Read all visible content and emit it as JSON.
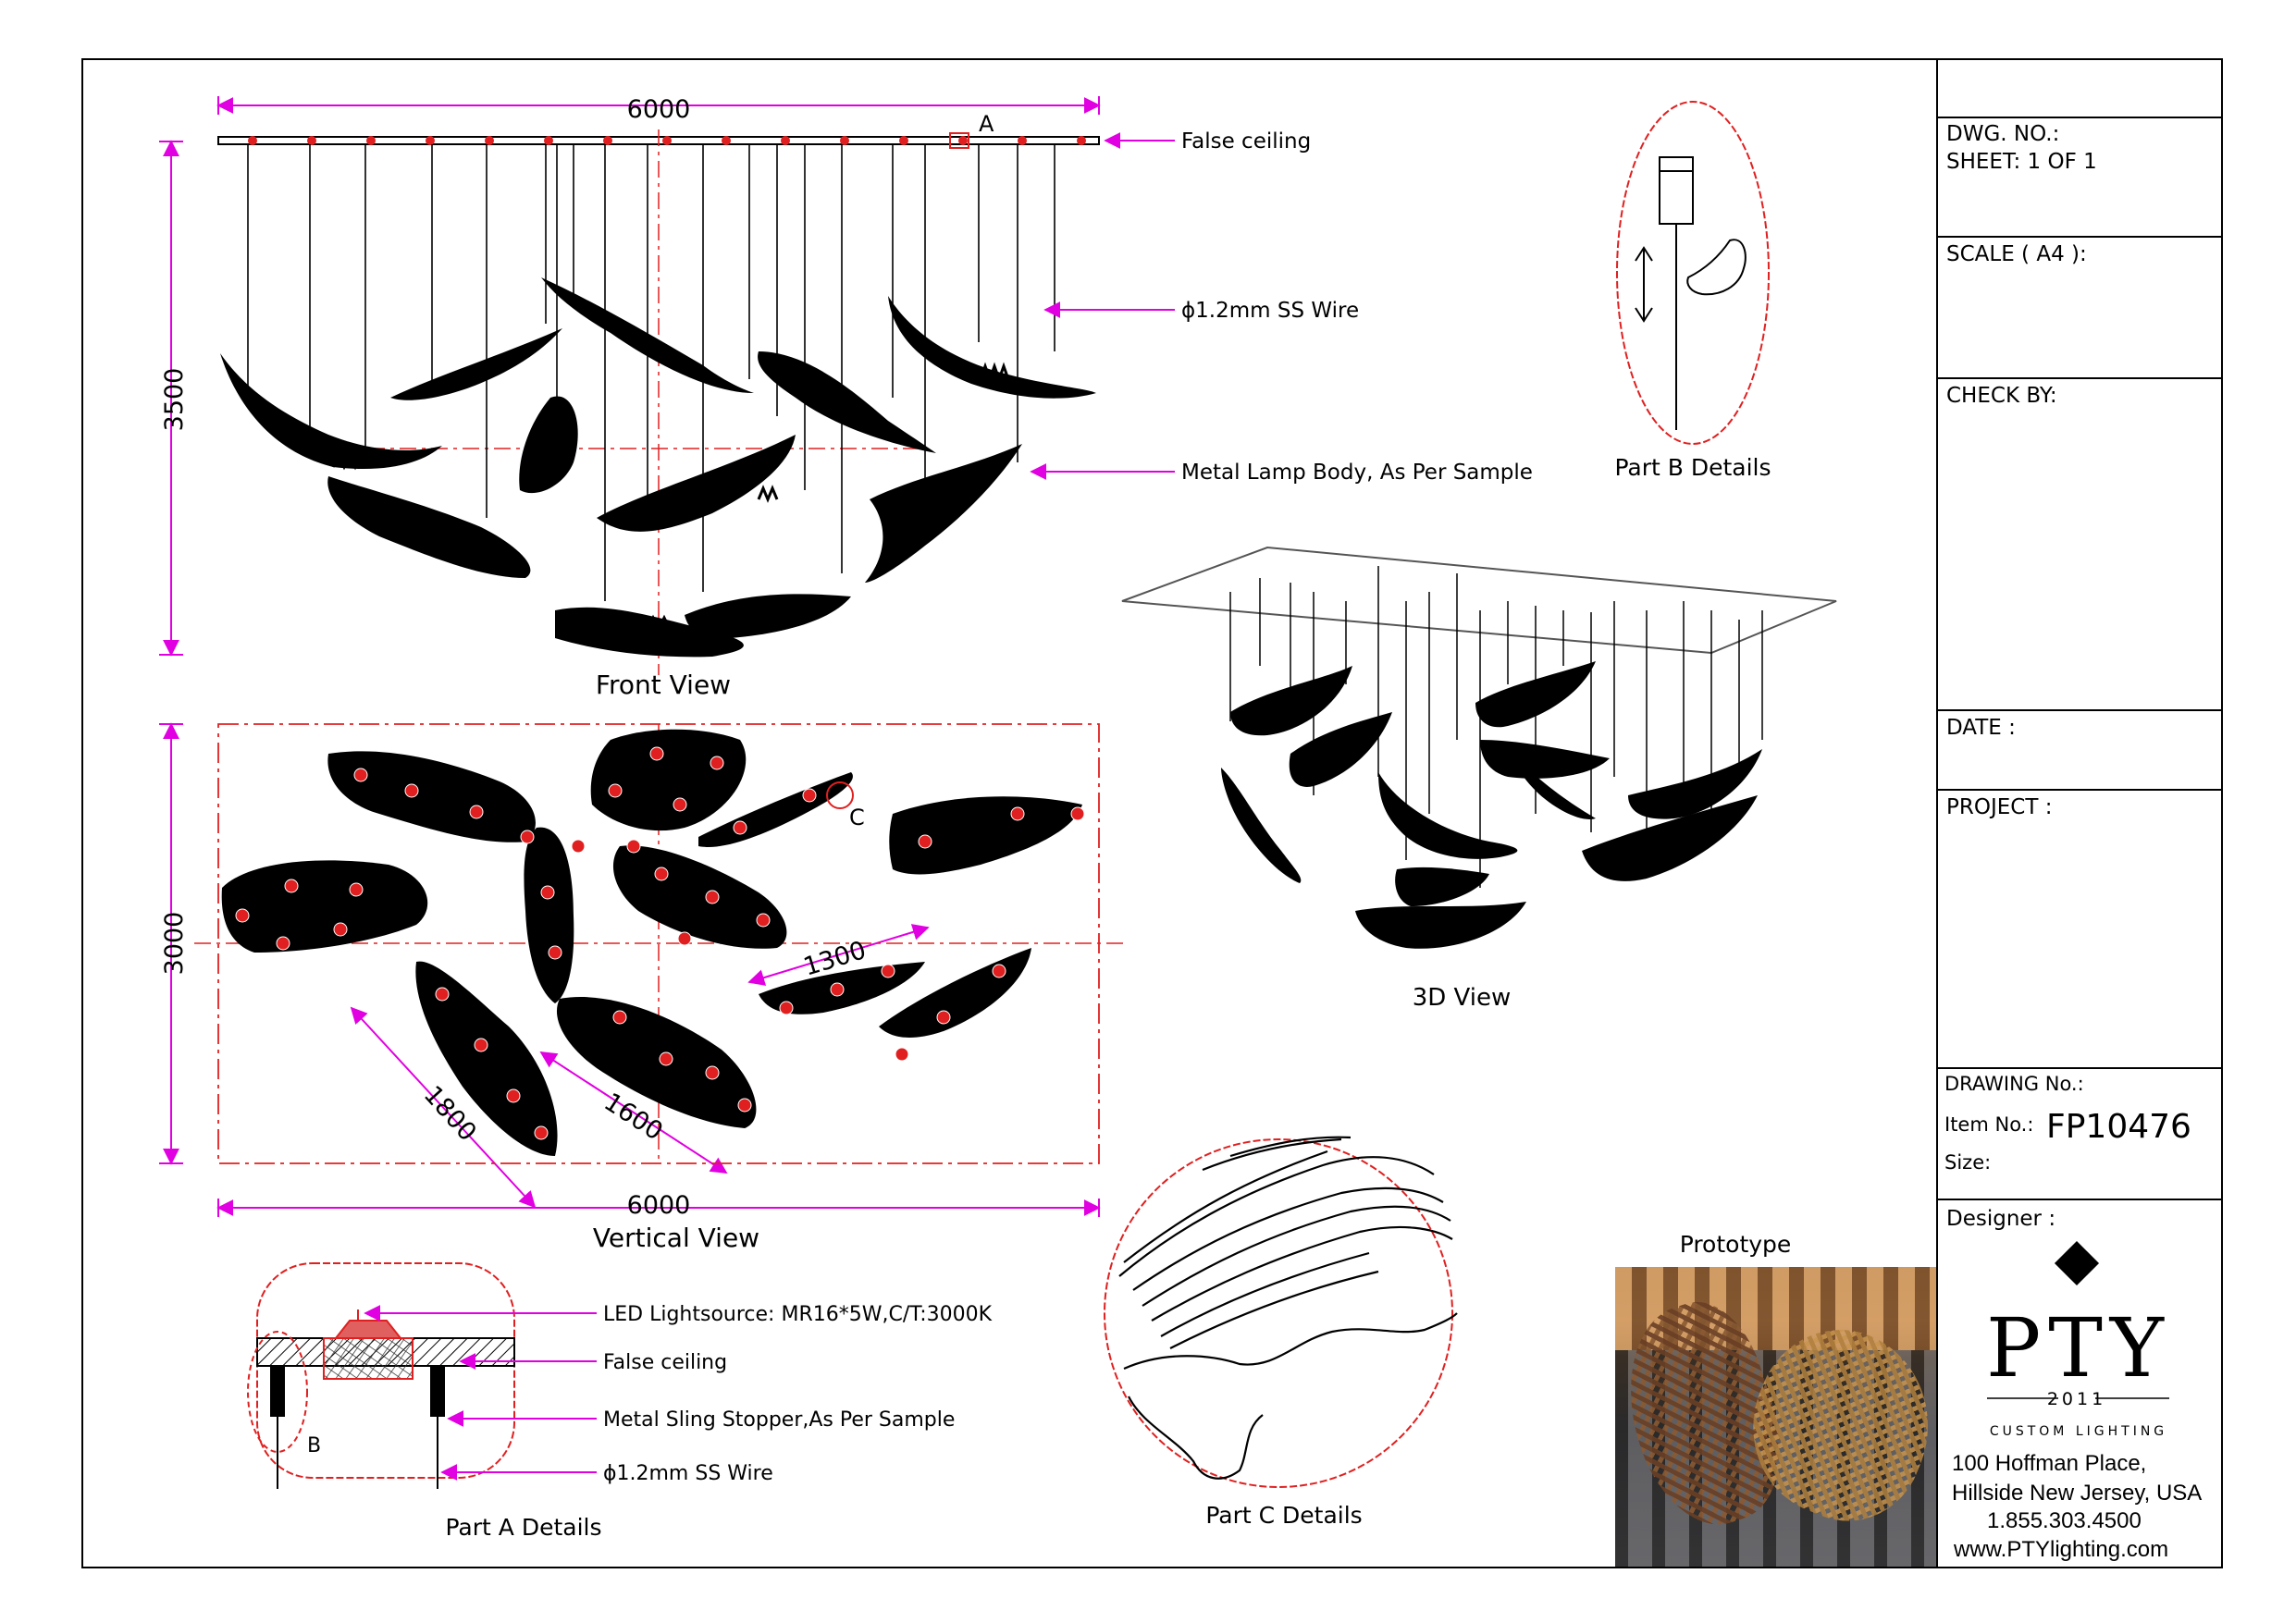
{
  "dimensions": {
    "front_width": "6000",
    "front_height": "3500",
    "vertical_width": "6000",
    "vertical_height": "3000",
    "d1300": "1300",
    "d1800": "1800",
    "d1600": "1600"
  },
  "markers": {
    "a": "A",
    "b": "B",
    "c": "C"
  },
  "callouts": {
    "false_ceiling": "False ceiling",
    "ss_wire": "ϕ1.2mm SS Wire",
    "metal_body": "Metal Lamp Body, As Per Sample"
  },
  "part_a": {
    "led": "LED Lightsource: MR16*5W,C/T:3000K",
    "ceiling": "False ceiling",
    "stopper": "Metal Sling Stopper,As Per Sample",
    "wire": "ϕ1.2mm SS Wire"
  },
  "view_titles": {
    "front": "Front View",
    "vertical": "Vertical View",
    "three_d": "3D View",
    "part_a": "Part A Details",
    "part_b": "Part B Details",
    "part_c": "Part C Details",
    "prototype": "Prototype"
  },
  "title_block": {
    "dwg_no": "DWG. NO.:",
    "sheet": "SHEET: 1 OF 1",
    "scale": "SCALE ( A4 ):",
    "check_by": "CHECK BY:",
    "date": "DATE :",
    "project": "PROJECT :",
    "drawing_no": "DRAWING No.:",
    "item_no": "Item No.:",
    "item_value": "FP10476",
    "size": "Size:",
    "designer": "Designer :"
  },
  "company": {
    "brand": "PTY",
    "year": "2011",
    "tagline": "CUSTOM LIGHTING",
    "address1": "100 Hoffman Place,",
    "address2": "Hillside New Jersey, USA",
    "phone": "1.855.303.4500",
    "website": "www.PTYlighting.com"
  },
  "colors": {
    "dimension": "#e100e1",
    "detail": "#e02020",
    "ink": "#000000"
  }
}
